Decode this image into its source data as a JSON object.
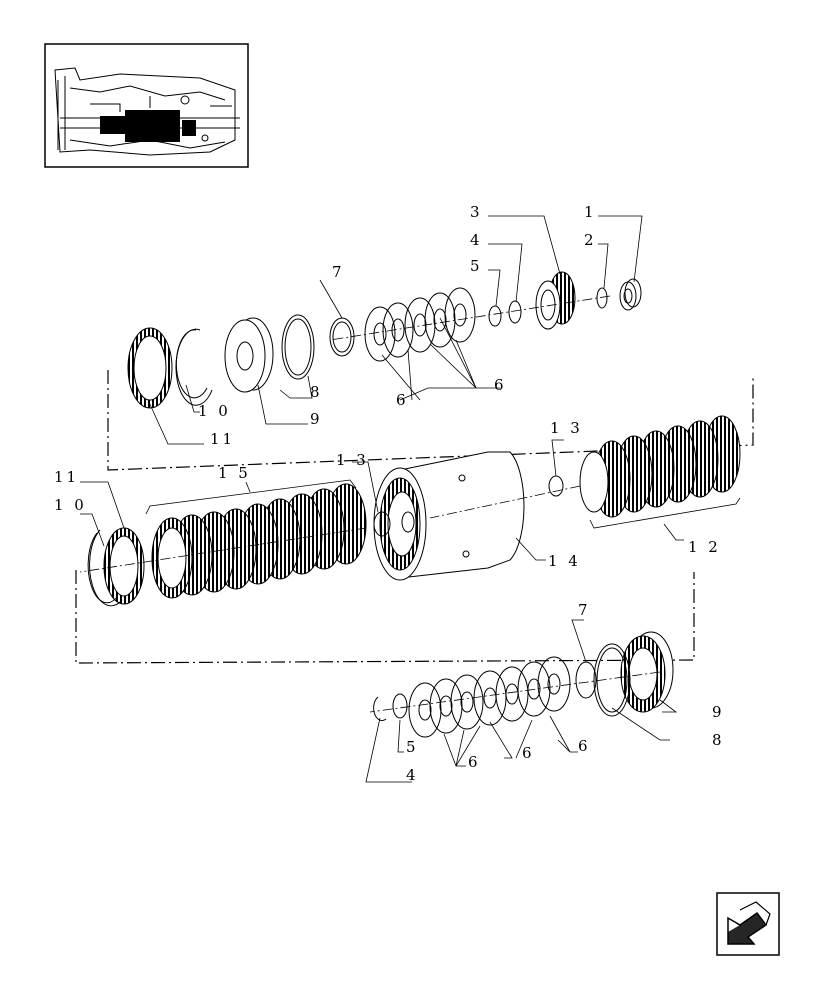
{
  "callouts": {
    "c1": "1",
    "c2": "2",
    "c3": "3",
    "c4_top": "4",
    "c5_top": "5",
    "c6_top_a": "6",
    "c6_top_b": "6",
    "c7_top": "7",
    "c8_top": "8",
    "c9_top": "9",
    "c10_top": "1 0",
    "c11_top": "11",
    "c13_right": "1 3",
    "c12": "1 2",
    "c13_mid": "1 3",
    "c15": "1 5",
    "c14": "1 4",
    "c11_left": "11",
    "c10_left": "1 0",
    "c7_bot": "7",
    "c9_bot": "9",
    "c8_bot": "8",
    "c6_bot_a": "6",
    "c6_bot_b": "6",
    "c6_bot_c": "6",
    "c5_bot": "5",
    "c4_bot": "4"
  },
  "icons": {
    "thumbnail": "transmission-section-thumbnail",
    "nav": "previous-page-arrow-icon"
  }
}
